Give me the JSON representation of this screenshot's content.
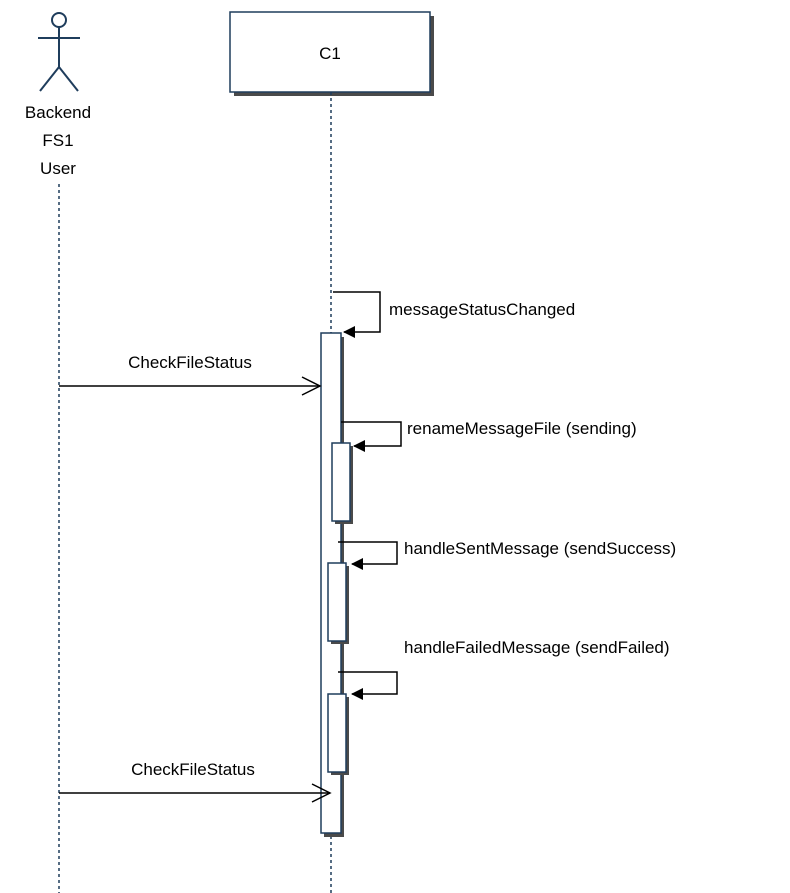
{
  "actor": {
    "label_lines": [
      "Backend",
      "FS1",
      "User"
    ]
  },
  "lifeline": {
    "label": "C1"
  },
  "messages": [
    {
      "label": "messageStatusChanged",
      "kind": "self-call"
    },
    {
      "label": "CheckFileStatus",
      "kind": "async"
    },
    {
      "label": "renameMessageFile (sending)",
      "kind": "self-call"
    },
    {
      "label": "handleSentMessage (sendSuccess)",
      "kind": "self-call"
    },
    {
      "label": "handleFailedMessage (sendFailed)",
      "kind": "self-call"
    },
    {
      "label": "CheckFileStatus",
      "kind": "async"
    }
  ],
  "colors": {
    "stroke": "#1f3d5c",
    "shadow": "#444444",
    "line": "#000000",
    "lifeline_dash": "#1f3d5c"
  }
}
